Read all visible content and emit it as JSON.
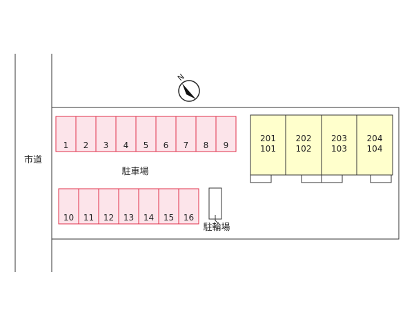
{
  "road_label": "市道",
  "parking_label": "駐車場",
  "bicycle_label": "駐輪場",
  "compass_label": "N",
  "parking_row_top": [
    "1",
    "2",
    "3",
    "4",
    "5",
    "6",
    "7",
    "8",
    "9"
  ],
  "parking_row_bottom": [
    "10",
    "11",
    "12",
    "13",
    "14",
    "15",
    "16"
  ],
  "units": [
    {
      "upper": "201",
      "lower": "101"
    },
    {
      "upper": "202",
      "lower": "102"
    },
    {
      "upper": "203",
      "lower": "103"
    },
    {
      "upper": "204",
      "lower": "104"
    }
  ],
  "colors": {
    "parking_fill": "#fce4ea",
    "parking_stroke": "#e0304a",
    "building_fill": "#ffffcc",
    "lines": "#333333"
  }
}
